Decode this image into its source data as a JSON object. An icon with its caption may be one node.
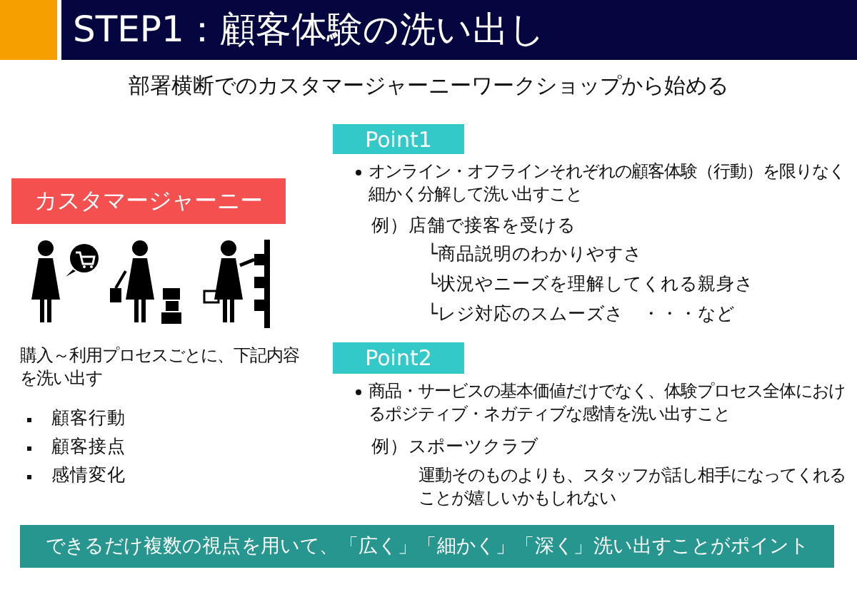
{
  "diagram": {
    "title": "STEP1：顧客体験の洗い出し",
    "nodes": [
      {
        "text": [
          "カスタマージャーニー"
        ]
      },
      {
        "text": [
          "Point1"
        ]
      },
      {
        "text": [
          "Point2"
        ]
      },
      {
        "text": [
          "できるだけ複数の視点を用いて、「広く」「細かく」「深く」洗い出すことがポイント"
        ]
      }
    ],
    "edges": [],
    "labels": [
      "部署横断でのカスタマージャーニーワークショップから始める",
      "オンライン・オフラインそれぞれの顧客体験（行動）を限りなく細かく分解して洗い出すこと",
      "例）店舗で接客を受ける",
      "└商品説明のわかりやすさ",
      "└状況やニーズを理解してくれる親身さ",
      "└レジ対応のスムーズさ　・・・など",
      "購入～利用プロセスごとに、下記内容を洗い出す",
      "顧客行動",
      "顧客接点",
      "感情変化",
      "商品・サービスの基本価値だけでなく、体験プロセス全体におけるポジティブ・ネガティブな感情を洗い出すこと",
      "例）スポーツクラブ",
      "運動そのものよりも、スタッフが話し相手になってくれることが嬉しいかもしれない"
    ]
  }
}
